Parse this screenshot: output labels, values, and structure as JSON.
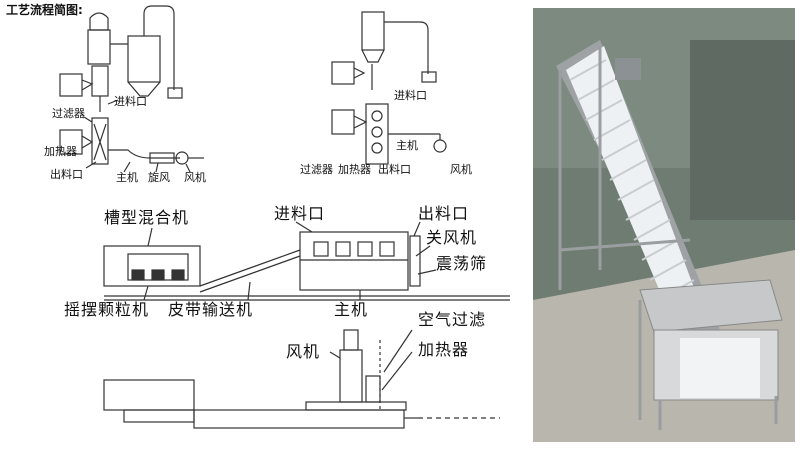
{
  "title": "工艺流程简图:",
  "diagram_a": {
    "filter": "过滤器",
    "inlet": "进料口",
    "heater": "加热器",
    "outlet": "出料口",
    "main": "主机",
    "cyclone": "旋风",
    "fan": "风机"
  },
  "diagram_b": {
    "inlet": "进料口",
    "main": "主机",
    "filter": "过滤器",
    "heater": "加热器",
    "outlet": "出料口",
    "fan": "风机"
  },
  "line": {
    "mixer": "槽型混合机",
    "inlet": "进料口",
    "outlet": "出料口",
    "close_fan": "关风机",
    "vibrating_screen": "震荡筛",
    "granulator": "摇摆颗粒机",
    "belt_conveyor": "皮带输送机",
    "main": "主机",
    "air_filter": "空气过滤",
    "fan": "风机",
    "heater": "加热器"
  },
  "colors": {
    "line": "#333333",
    "photo_wall": "#7d8a80",
    "photo_floor": "#b8b6ad",
    "belt": "#eef1f3",
    "steel": "#a9acaf"
  }
}
